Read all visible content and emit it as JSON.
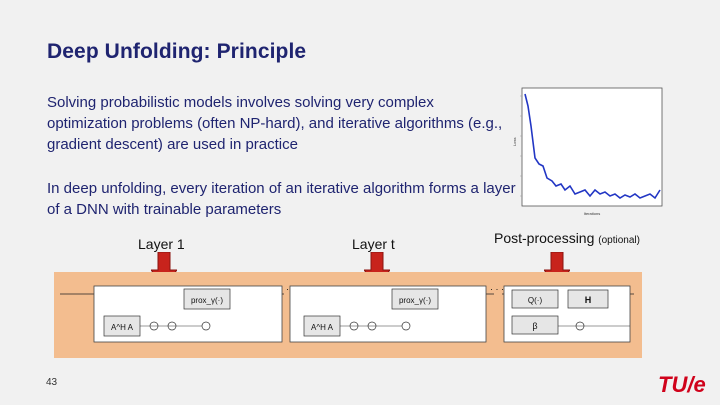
{
  "slide": {
    "title": "Deep Unfolding: Principle",
    "paragraph1": "Solving probabilistic models involves solving very complex optimization problems (often NP-hard), and iterative algorithms (e.g., gradient descent) are used in practice",
    "paragraph2": "In deep unfolding, every iteration of an iterative algorithm forms a layer of a DNN with trainable parameters",
    "label_layer1": "Layer 1",
    "label_layert": "Layer t",
    "label_post": "Post-processing",
    "label_post_opt": "(optional)",
    "slide_number": "43",
    "logo": "TU/e"
  },
  "plot": {
    "xlabel": "Iterations",
    "ylabel": "Loss"
  },
  "diagram": {
    "block1_top": "prox_γ(·)",
    "block1_bottom": "A^H A",
    "blockt_top": "prox_γ(·)",
    "blockt_bottom": "A^H A",
    "post_top": "Q(·)",
    "post_h": "H",
    "post_beta": "β"
  },
  "colors": {
    "title": "#1f2470",
    "arrow": "#c8231c",
    "diagram_bg": "#f3bd8f",
    "logo": "#d0021b"
  }
}
